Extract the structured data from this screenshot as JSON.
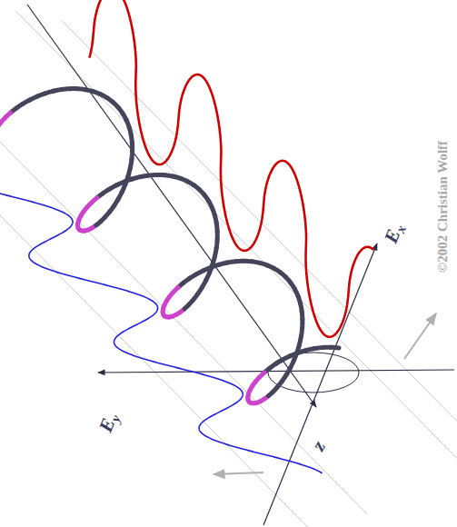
{
  "diagram": {
    "labels": [
      "E",
      "x",
      "E",
      "y",
      "z",
      "©2002 Christian Wolff"
    ]
  }
}
